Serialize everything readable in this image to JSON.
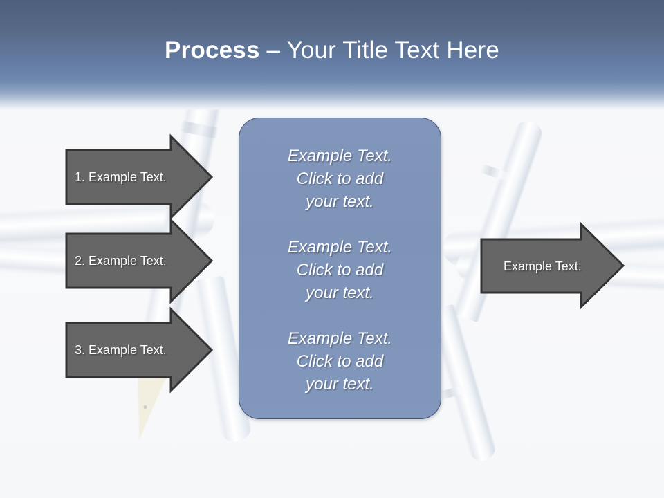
{
  "slide": {
    "title": {
      "bold_part": "Process",
      "rest_part": " – Your Title Text Here",
      "full": "Process – Your Title Text Here"
    },
    "theme": {
      "header_top_color": "#4d5f7c",
      "header_bottom_color": "#7089b0",
      "background_color": "#f7f8fa",
      "arrow_fill_color": "#666666",
      "arrow_border_color": "#333333",
      "center_box_fill_color": "#7f95ba",
      "center_box_border_color": "#41547a",
      "text_color": "#ffffff"
    }
  },
  "input_arrows": [
    {
      "label": "1. Example Text."
    },
    {
      "label": "2. Example Text."
    },
    {
      "label": "3. Example Text."
    }
  ],
  "center_box": {
    "blocks": [
      {
        "text": "Example Text.\nClick  to add\nyour text."
      },
      {
        "text": "Example Text.\nClick  to add\nyour text."
      },
      {
        "text": "Example Text.\nClick  to add\nyour text."
      }
    ]
  },
  "output_arrow": {
    "label": "Example Text."
  },
  "background": {
    "motif": "fountain-pens-watermark"
  }
}
